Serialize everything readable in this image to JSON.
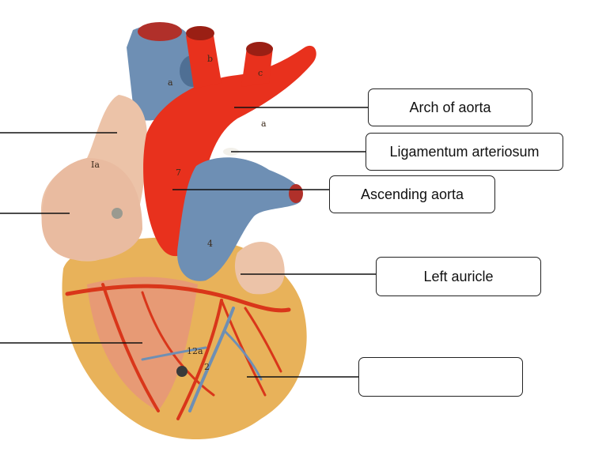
{
  "labels": {
    "arch_of_aorta": "Arch of aorta",
    "ligamentum_arteriosum": "Ligamentum arteriosum",
    "ascending_aorta": "Ascending aorta",
    "left_auricle": "Left auricle",
    "blank_answer": ""
  },
  "model_markings": {
    "svc_letter": "a",
    "aorta_branch_b": "b",
    "aorta_branch_c": "c",
    "arch_letter": "a",
    "ra_label": "Ia",
    "ascending_num": "7",
    "pulm_num": "4",
    "vessel_label": "12a",
    "ventricle_num": "2"
  },
  "colors": {
    "aorta": "#e8311d",
    "vein_blue": "#6e8fb4",
    "atrium_skin": "#ecc3a8",
    "ventricle_yellow": "#e8b25a",
    "muscle_pink": "#e6957a",
    "coronary_red": "#d9361a"
  }
}
